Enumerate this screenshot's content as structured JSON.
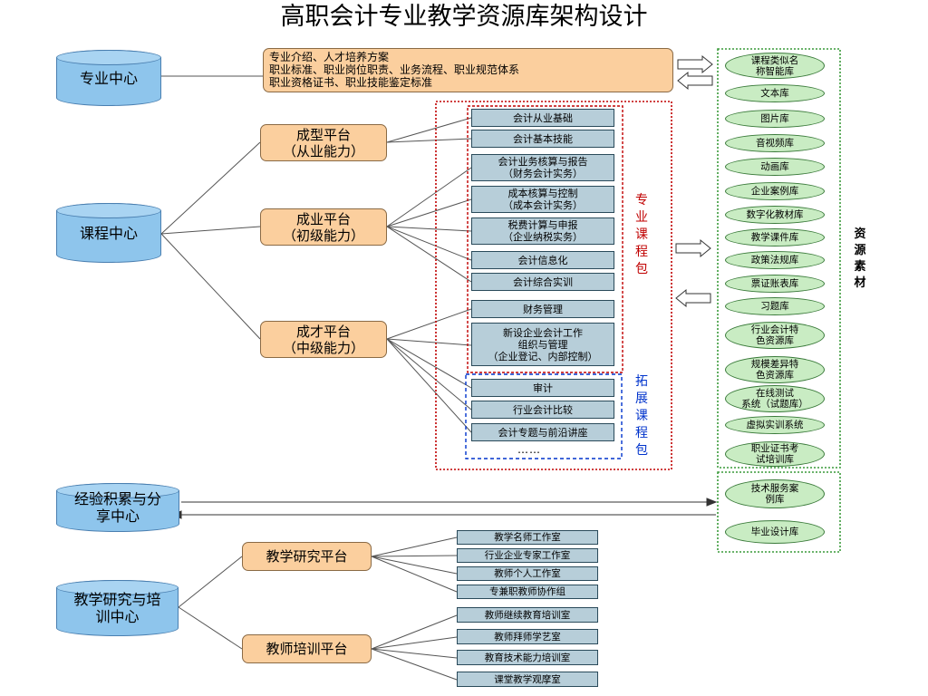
{
  "title": "高职会计专业教学资源库架构设计",
  "centers": {
    "major": "专业中心",
    "course": "课程中心",
    "experience": "经验积累与分享中心",
    "research": "教学研究与培训中心"
  },
  "intro_lines": [
    "专业介绍、人才培养方案",
    "职业标准、职业岗位职责、业务流程、职业规范体系",
    "职业资格证书、职业技能鉴定标准"
  ],
  "platforms": {
    "p1": "成型平台\n（从业能力）",
    "p2": "成业平台\n（初级能力）",
    "p3": "成才平台\n（中级能力）",
    "research": "教学研究平台",
    "training": "教师培训平台"
  },
  "courses": [
    "会计从业基础",
    "会计基本技能",
    "会计业务核算与报告\n（财务会计实务）",
    "成本核算与控制\n（成本会计实务）",
    "税费计算与申报\n（企业纳税实务）",
    "会计信息化",
    "会计综合实训",
    "财务管理",
    "新设企业会计工作\n组织与管理\n（企业登记、内部控制）"
  ],
  "ext_courses": [
    "审计",
    "行业会计比较",
    "会计专题与前沿讲座"
  ],
  "ext_more": "……",
  "package_labels": {
    "pro": "专业课程包",
    "ext": "拓展课程包"
  },
  "resource_label": "资源素材",
  "resources": [
    "课程类似名\n称智能库",
    "文本库",
    "图片库",
    "音视频库",
    "动画库",
    "企业案例库",
    "数字化教材库",
    "教学课件库",
    "政策法规库",
    "票证账表库",
    "习题库",
    "行业会计特\n色资源库",
    "规模差异特\n色资源库",
    "在线测试\n系统（试题库）",
    "虚拟实训系统",
    "职业证书考\n试培训库"
  ],
  "extra_resources": [
    "技术服务案\n例库",
    "毕业设计库"
  ],
  "studios": [
    "教学名师工作室",
    "行业企业专家工作室",
    "教师个人工作室",
    "专兼职教师协作组"
  ],
  "training_items": [
    "教师继续教育培训室",
    "教师拜师学艺室",
    "教育技术能力培训室",
    "课堂教学观摩室"
  ],
  "colors": {
    "center": "#8ec5ec",
    "platform": "#fbcf9e",
    "course": "#b7ced9",
    "resource": "#c9ecc3",
    "pro_border": "#c00000",
    "ext_border": "#0033cc",
    "res_border": "#3a9a3a"
  }
}
